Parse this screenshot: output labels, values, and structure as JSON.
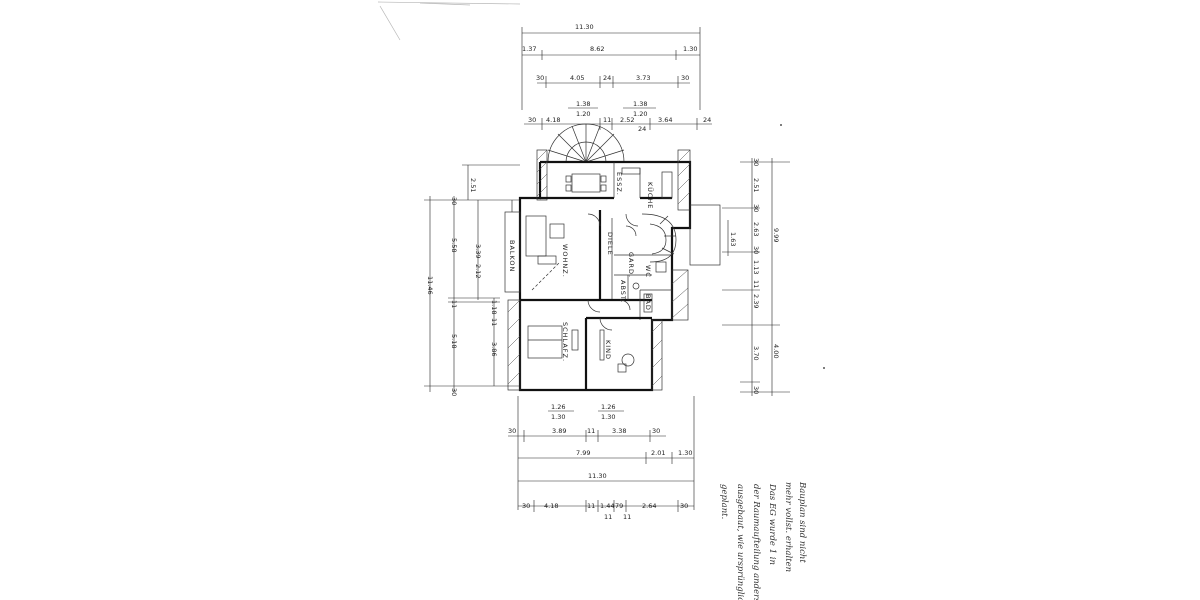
{
  "rooms": {
    "essz": "ESSZ.",
    "kueche": "KÜCHE",
    "diele": "DIELE",
    "wohnz": "WOHNZ.",
    "balkon": "BALKON",
    "gard": "GARD.",
    "wc": "WC",
    "abst": "ABST.",
    "bad": "BAD",
    "schlafz": "SCHLAFZ.",
    "kind": "KIND"
  },
  "dims_top": {
    "total": "11.30",
    "r2": [
      "1.37",
      "8.62",
      "1.30"
    ],
    "r3": [
      "30",
      "4.05",
      "24",
      "3.73",
      "30"
    ],
    "r4a": [
      "1.38",
      "1.38"
    ],
    "r4b": [
      "1.20",
      "1.20"
    ],
    "r5": [
      "30",
      "4.18",
      "11",
      "2.52",
      "3.64",
      "24"
    ],
    "r5b": [
      "24"
    ]
  },
  "dims_bottom": {
    "r1a": [
      "1.26",
      "1.26"
    ],
    "r1b": [
      "1.30",
      "1.30"
    ],
    "r2": [
      "30",
      "3.89",
      "11",
      "3.38",
      "30"
    ],
    "r3": [
      "7.99",
      "2.01",
      "1.30"
    ],
    "total": "11.30",
    "r5": [
      "30",
      "4.18",
      "11",
      "1.44",
      "79",
      "2.64",
      "30"
    ],
    "r5b": [
      "11",
      "11"
    ]
  },
  "dims_left": {
    "a": [
      "2.51"
    ],
    "b": [
      "30",
      "5.58",
      "11.46",
      "11",
      "5.18",
      "30"
    ],
    "c": [
      "3.39",
      "2.12"
    ],
    "d": [
      "1.18",
      "11",
      "3.86"
    ]
  },
  "dims_right": {
    "a": [
      "30",
      "2.51",
      "30",
      "2.63",
      "30",
      "1.13",
      "11",
      "2.39",
      "3.70",
      "30"
    ],
    "b": [
      "9.99",
      "4.00"
    ],
    "c": [
      "1.63"
    ]
  },
  "note": {
    "lines": [
      "Bauplan sind nicht",
      "mehr vollst. erhalten",
      "Das EG wurde 1 in",
      "der Raumaufteilung anders",
      "ausgebaut, wie ursprünglich",
      "geplant."
    ]
  }
}
